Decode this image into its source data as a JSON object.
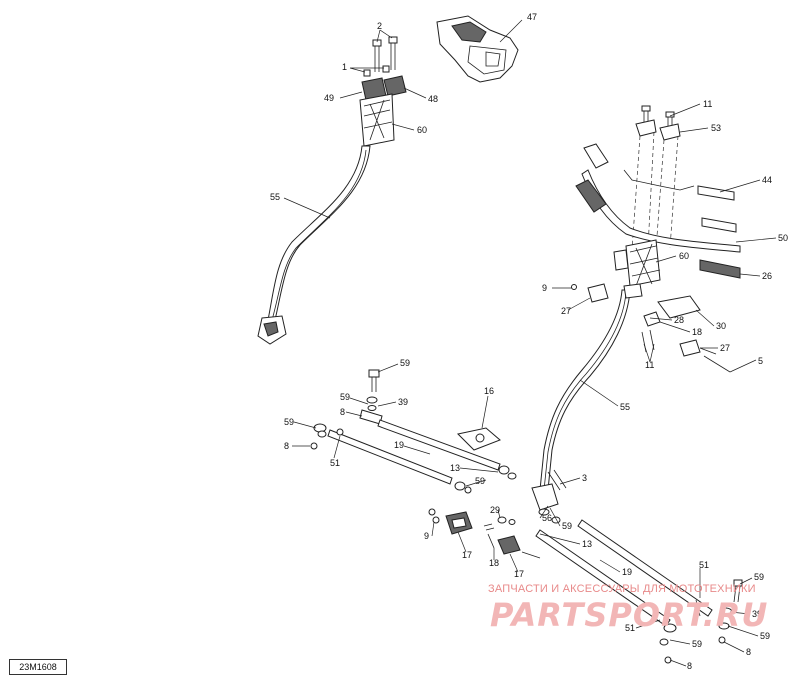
{
  "diagram": {
    "reference_code": "23M1608",
    "watermark": {
      "line": "ЗАПЧАСТИ И АКСЕССУАРЫ ДЛЯ МОТОТЕХНИКИ",
      "logo": "PARTSPORT.RU"
    },
    "callouts": [
      {
        "id": "c47",
        "text": "47"
      },
      {
        "id": "c2",
        "text": "2"
      },
      {
        "id": "c1",
        "text": "1"
      },
      {
        "id": "c49",
        "text": "49"
      },
      {
        "id": "c48",
        "text": "48"
      },
      {
        "id": "c60a",
        "text": "60"
      },
      {
        "id": "c55a",
        "text": "55"
      },
      {
        "id": "c11a",
        "text": "11"
      },
      {
        "id": "c53",
        "text": "53"
      },
      {
        "id": "c44",
        "text": "44"
      },
      {
        "id": "c50",
        "text": "50"
      },
      {
        "id": "c60b",
        "text": "60"
      },
      {
        "id": "c26",
        "text": "26"
      },
      {
        "id": "c9a",
        "text": "9"
      },
      {
        "id": "c27a",
        "text": "27"
      },
      {
        "id": "c28",
        "text": "28"
      },
      {
        "id": "c30",
        "text": "30"
      },
      {
        "id": "c18a",
        "text": "18"
      },
      {
        "id": "c27b",
        "text": "27"
      },
      {
        "id": "c11b",
        "text": "11"
      },
      {
        "id": "c5",
        "text": "5"
      },
      {
        "id": "c55b",
        "text": "55"
      },
      {
        "id": "c59a",
        "text": "59"
      },
      {
        "id": "c59b",
        "text": "59"
      },
      {
        "id": "c39a",
        "text": "39"
      },
      {
        "id": "c8a",
        "text": "8"
      },
      {
        "id": "c16",
        "text": "16"
      },
      {
        "id": "c59c",
        "text": "59"
      },
      {
        "id": "c8b",
        "text": "8"
      },
      {
        "id": "c51a",
        "text": "51"
      },
      {
        "id": "c19a",
        "text": "19"
      },
      {
        "id": "c13a",
        "text": "13"
      },
      {
        "id": "c59d",
        "text": "59"
      },
      {
        "id": "c3",
        "text": "3"
      },
      {
        "id": "c29",
        "text": "29"
      },
      {
        "id": "c56",
        "text": "56"
      },
      {
        "id": "c59e",
        "text": "59"
      },
      {
        "id": "c9b",
        "text": "9"
      },
      {
        "id": "c17a",
        "text": "17"
      },
      {
        "id": "c18b",
        "text": "18"
      },
      {
        "id": "c17b",
        "text": "17"
      },
      {
        "id": "c13b",
        "text": "13"
      },
      {
        "id": "c19b",
        "text": "19"
      },
      {
        "id": "c51b",
        "text": "51"
      },
      {
        "id": "c59f",
        "text": "59"
      },
      {
        "id": "c39b",
        "text": "39"
      },
      {
        "id": "c51c",
        "text": "51"
      },
      {
        "id": "c59g",
        "text": "59"
      },
      {
        "id": "c59h",
        "text": "59"
      },
      {
        "id": "c8c",
        "text": "8"
      },
      {
        "id": "c8d",
        "text": "8"
      }
    ]
  }
}
